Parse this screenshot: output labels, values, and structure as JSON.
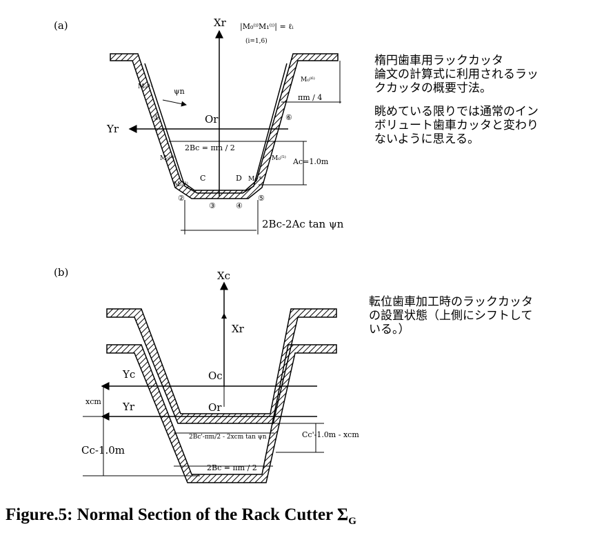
{
  "panel_a": {
    "tag": "(a)",
    "x_axis": "Xr",
    "y_axis": "Yr",
    "origin": "Or",
    "formula_top": "|M₀⁽ⁱ⁾M₁⁽ⁱ⁾| = ℓᵢ",
    "formula_sub": "(i=1,6)",
    "angle": "ψn",
    "pitch_quarter": "πm / 4",
    "width_mid": "2Bc = πm / 2",
    "addendum": "Ac=1.0m",
    "point_c": "C",
    "point_d": "D",
    "bottom_dim": "2Bc-2Ac tan ψn",
    "markers": [
      "①",
      "②",
      "③",
      "④",
      "⑤",
      "⑥"
    ],
    "m_labels": [
      "M₀⁽¹⁾",
      "M₀⁽²⁾",
      "M₀⁽³⁾",
      "M₀⁽⁴⁾",
      "M₀⁽⁵⁾",
      "M₀⁽⁶⁾"
    ]
  },
  "panel_b": {
    "tag": "(b)",
    "xc": "Xc",
    "xr": "Xr",
    "yc": "Yc",
    "yr": "Yr",
    "oc": "Oc",
    "or": "Or",
    "shift": "xcm",
    "dedendum": "Cc-1.0m",
    "right_dim": "Cc'-1.0m - xcm",
    "inner_width": "2Bc'-πm/2 - 2xcm tan ψn",
    "bottom_width": "2Bc = πm / 2"
  },
  "notes": {
    "a1": "楕円歯車用ラックカッタ\n論文の計算式に利用されるラッ\nクカッタの概要寸法。",
    "a2": "眺めている限りでは通常のイン\nボリュート歯車カッタと変わり\nないように思える。",
    "b": "転位歯車加工時のラックカッタ\nの設置状態（上側にシフトして\nいる。）"
  },
  "caption": {
    "text": "Figure.5: Normal Section of the Rack Cutter Σ",
    "sub": "G"
  }
}
